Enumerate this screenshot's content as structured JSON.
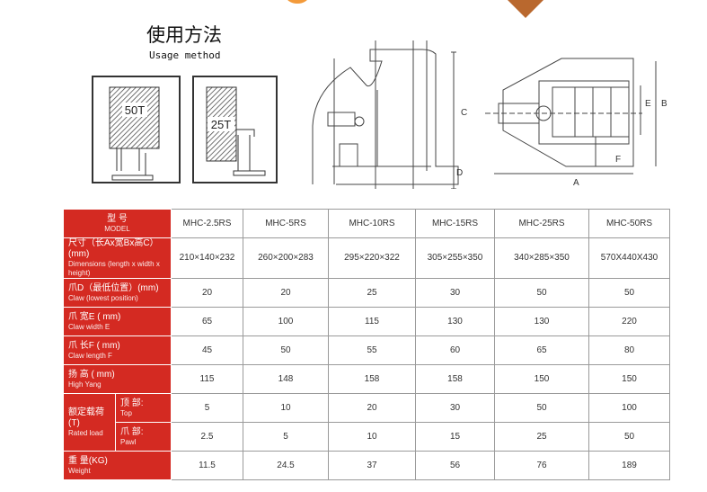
{
  "usage": {
    "title": "使用方法",
    "subtitle": "Usage method",
    "box1_label": "50T",
    "box2_label": "25T"
  },
  "diagram": {
    "dim_labels": [
      "C",
      "D",
      "E",
      "B",
      "F",
      "A"
    ]
  },
  "table": {
    "header": {
      "cn": "型 号",
      "en": "MODEL"
    },
    "models": [
      "MHC-2.5RS",
      "MHC-5RS",
      "MHC-10RS",
      "MHC-15RS",
      "MHC-25RS",
      "MHC-50RS"
    ],
    "rows": [
      {
        "cn": "尺寸（长Ax宽Bx高C）(mm)",
        "en": "Dimensions (length x width x height)",
        "values": [
          "210×140×232",
          "260×200×283",
          "295×220×322",
          "305×255×350",
          "340×285×350",
          "570X440X430"
        ]
      },
      {
        "cn": "爪D（最低位置）(mm)",
        "en": "Claw (lowest position)",
        "values": [
          "20",
          "20",
          "25",
          "30",
          "50",
          "50"
        ]
      },
      {
        "cn": "爪 宽E ( mm)",
        "en": "Claw width E",
        "values": [
          "65",
          "100",
          "115",
          "130",
          "130",
          "220"
        ]
      },
      {
        "cn": "爪 长F ( mm)",
        "en": "Claw length F",
        "values": [
          "45",
          "50",
          "55",
          "60",
          "65",
          "80"
        ]
      },
      {
        "cn": "扬 高 ( mm)",
        "en": "High Yang",
        "values": [
          "115",
          "148",
          "158",
          "158",
          "150",
          "150"
        ]
      }
    ],
    "rated": {
      "cn": "额定载荷(T)",
      "en": "Rated load",
      "top": {
        "cn": "顶 部:",
        "en": "Top",
        "values": [
          "5",
          "10",
          "20",
          "30",
          "50",
          "100"
        ]
      },
      "pawl": {
        "cn": "爪 部:",
        "en": "Pawl",
        "values": [
          "2.5",
          "5",
          "10",
          "15",
          "25",
          "50"
        ]
      }
    },
    "weight": {
      "cn": "重  量(KG)",
      "en": "Weight",
      "values": [
        "11.5",
        "24.5",
        "37",
        "56",
        "76",
        "189"
      ]
    }
  }
}
